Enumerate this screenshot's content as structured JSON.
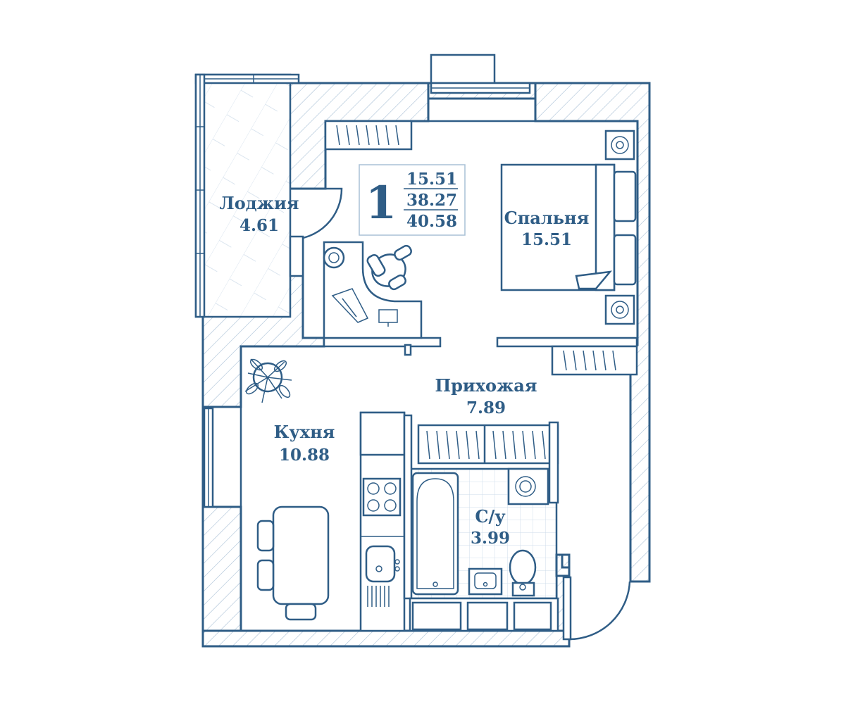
{
  "colors": {
    "line": "#2f5d86",
    "hatch": "#a9c0d6",
    "tile": "#cfdceb"
  },
  "summary": {
    "rooms": "1",
    "living_area": "15.51",
    "total_area": "38.27",
    "area_with_loggia": "40.58"
  },
  "rooms": {
    "loggia": {
      "name": "Лоджия",
      "area": "4.61"
    },
    "bedroom": {
      "name": "Спальня",
      "area": "15.51"
    },
    "hall": {
      "name": "Прихожая",
      "area": "7.89"
    },
    "kitchen": {
      "name": "Кухня",
      "area": "10.88"
    },
    "bathroom": {
      "name": "С/у",
      "area": "3.99"
    }
  },
  "icons": [
    "armchair-icon",
    "desk-icon",
    "chair-icon",
    "sofa-icon",
    "plant-icon",
    "stove-icon",
    "sink-icon",
    "bathtub-icon",
    "toilet-icon",
    "washing-machine-icon",
    "speaker-icon",
    "wardrobe-icon",
    "table-icon"
  ]
}
